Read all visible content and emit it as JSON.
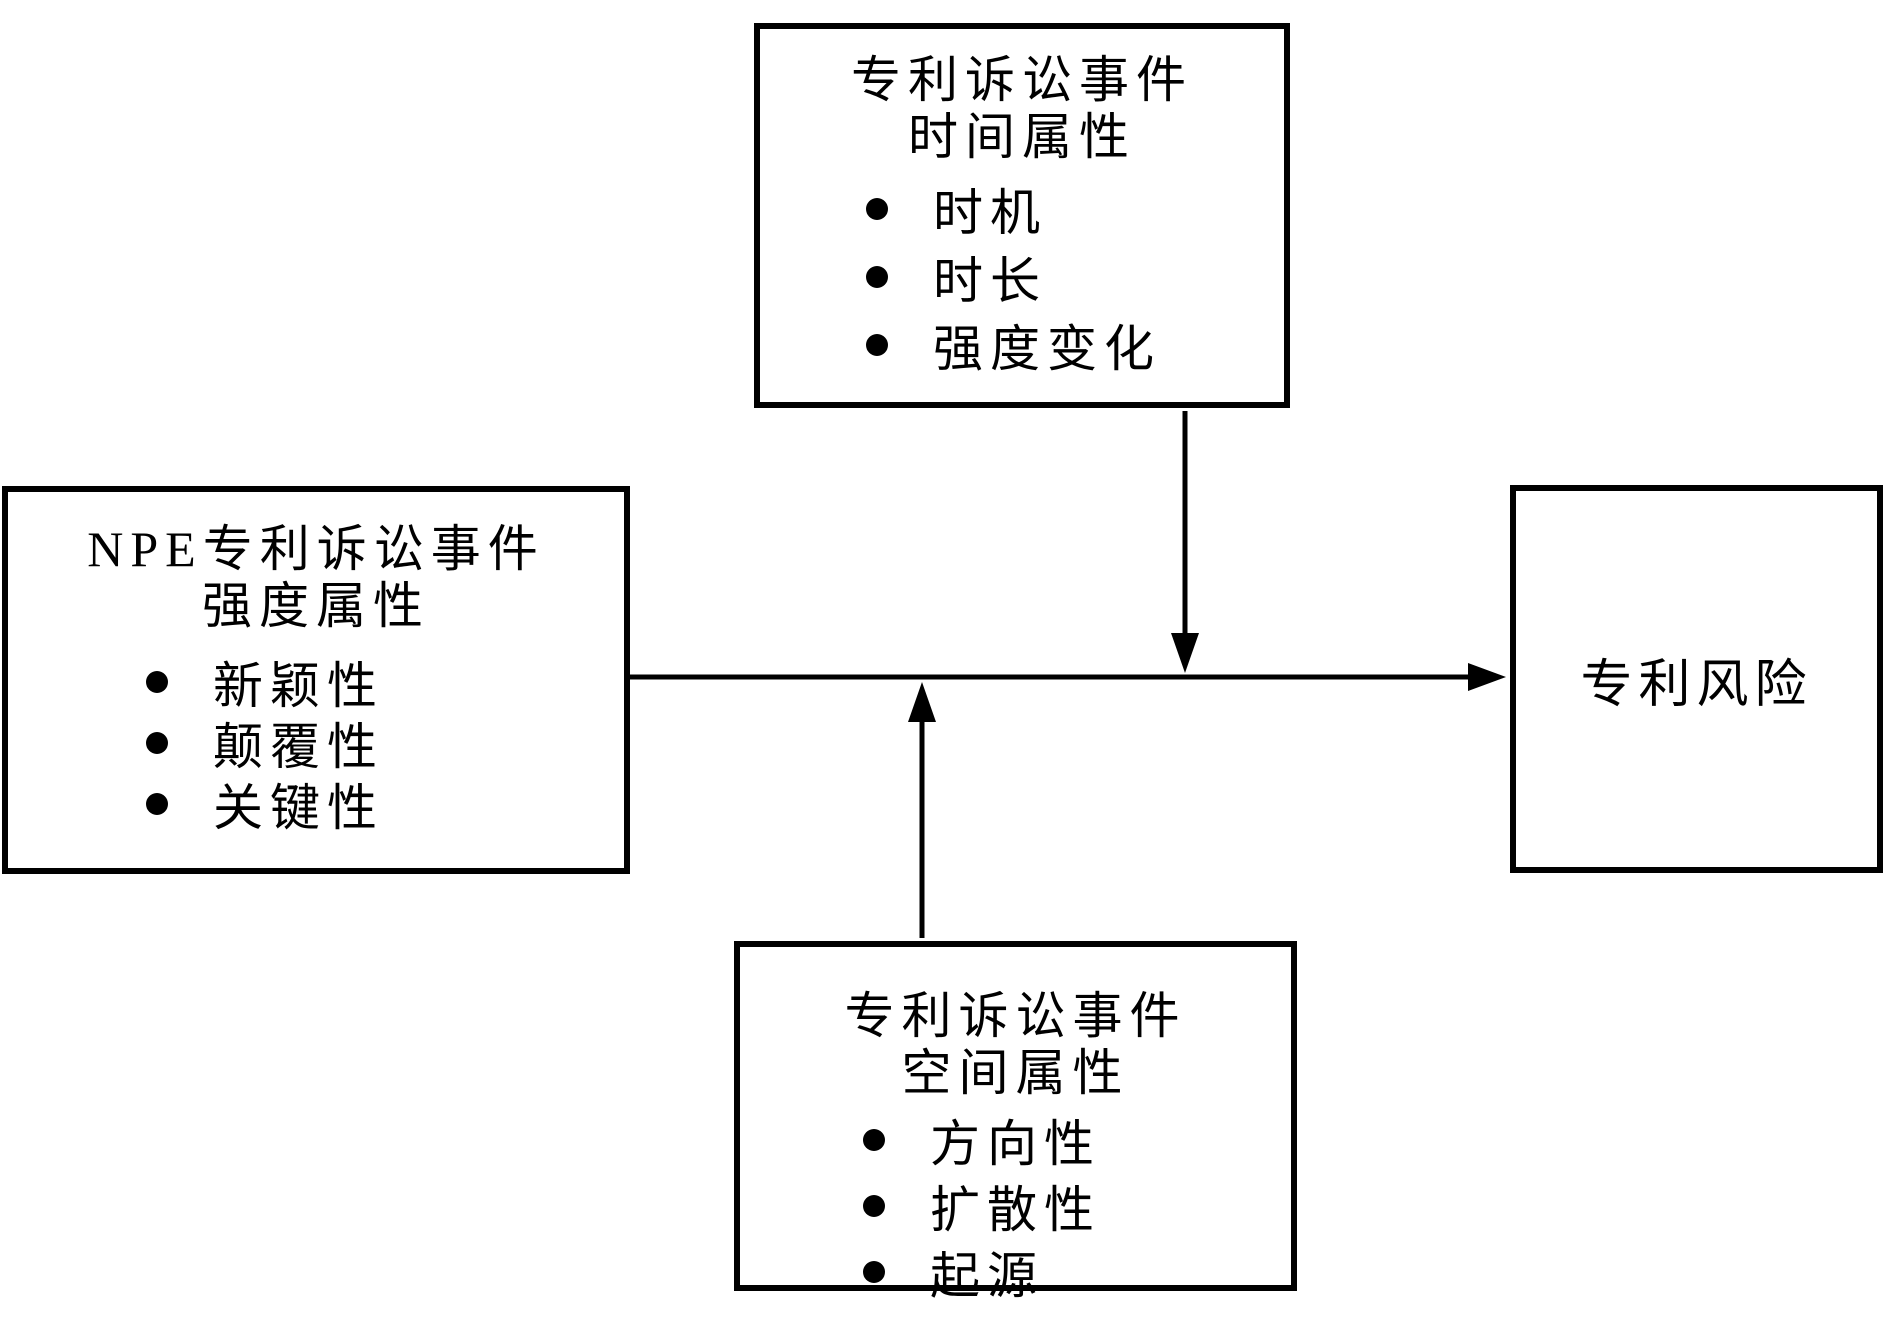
{
  "diagram": {
    "colors": {
      "stroke": "#000000",
      "background": "#ffffff"
    },
    "top_box": {
      "title_line1": "专利诉讼事件",
      "title_line2": "时间属性",
      "bullets": [
        "时机",
        "时长",
        "强度变化"
      ]
    },
    "left_box": {
      "title_line1": "NPE专利诉讼事件",
      "title_line2": "强度属性",
      "bullets": [
        "新颖性",
        "颠覆性",
        "关键性"
      ]
    },
    "bottom_box": {
      "title_line1": "专利诉讼事件",
      "title_line2": "空间属性",
      "bullets": [
        "方向性",
        "扩散性",
        "起源"
      ]
    },
    "right_box": {
      "label": "专利风险"
    }
  }
}
